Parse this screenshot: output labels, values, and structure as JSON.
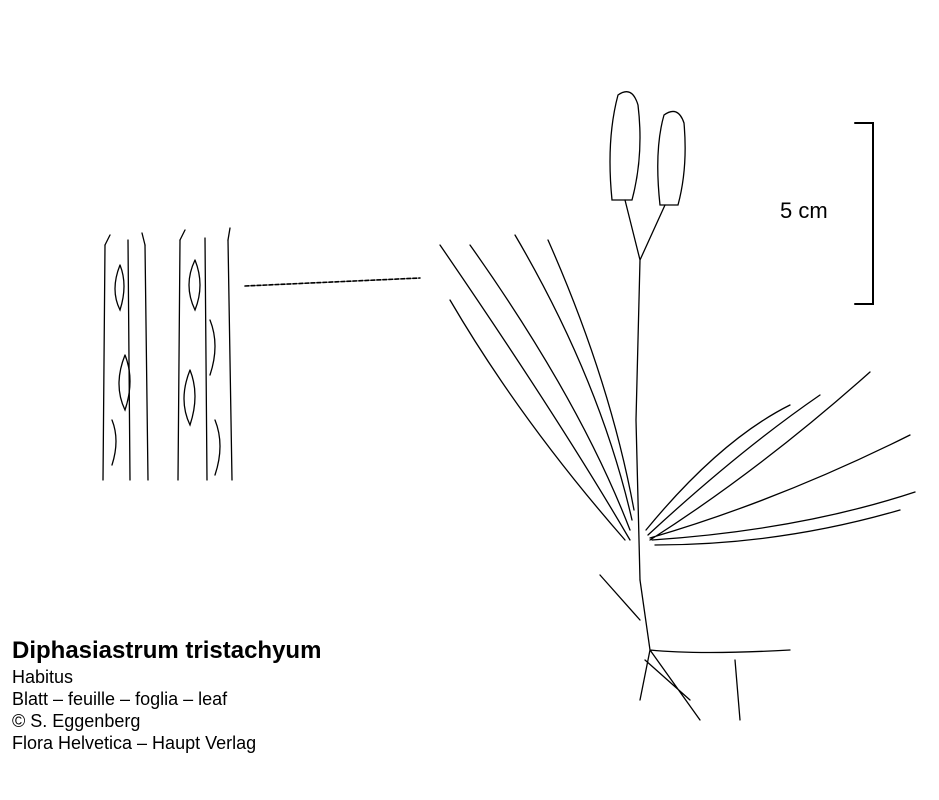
{
  "scale": {
    "label": "5 cm"
  },
  "caption": {
    "title": "Diphasiastrum tristachyum",
    "lines": [
      "Habitus",
      "Blatt – feuille – foglia – leaf",
      "© S. Eggenberg",
      "Flora Helvetica – Haupt Verlag"
    ]
  }
}
